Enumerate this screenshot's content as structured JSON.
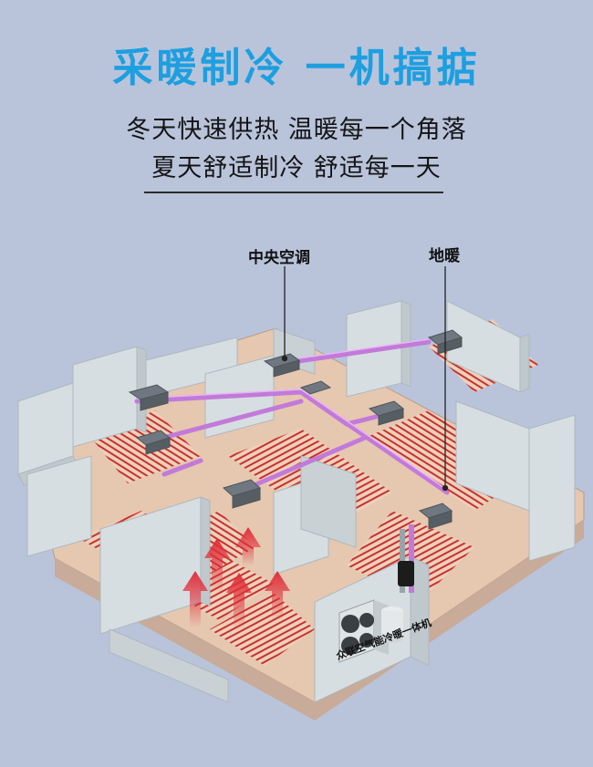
{
  "header": {
    "title": "采暖制冷  一机搞掂",
    "line1": "冬天快速供热 温暖每一个角落",
    "line2": "夏天舒适制冷 舒适每一天"
  },
  "callouts": {
    "ac": "中央空调",
    "floor_heat": "地暖",
    "unit": "众联空气能冷暖一体机"
  },
  "colors": {
    "title": "#1d9fe0",
    "background": "#b9c4db",
    "wall": "#d6dde0",
    "floor": "#e7c6ad",
    "heating_pipe": "#c8322e",
    "duct": "#c27ad9",
    "arrow": "#e0303a"
  }
}
